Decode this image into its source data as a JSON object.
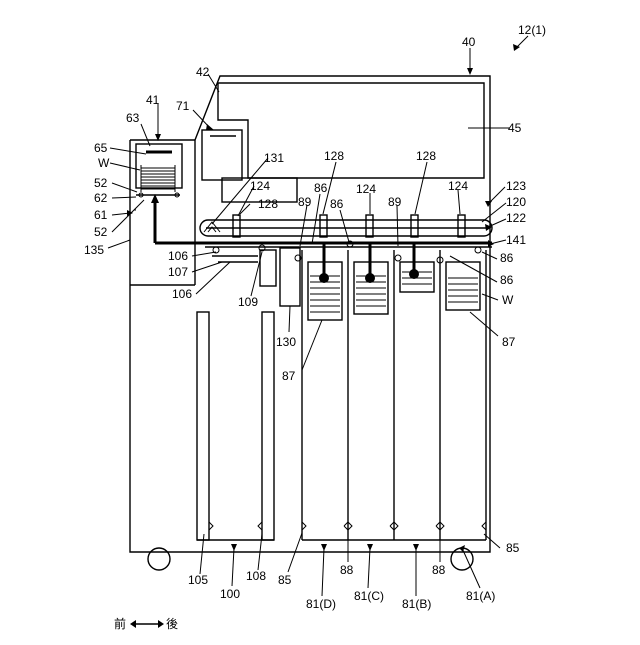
{
  "diagram": {
    "reference_numerals": {
      "top_right": "12(1)",
      "n40": "40",
      "n42": "42",
      "n41": "41",
      "n71": "71",
      "n45": "45",
      "n63": "63",
      "n65": "65",
      "nW_left": "W",
      "n52_a": "52",
      "n62": "62",
      "n61": "61",
      "n52_b": "52",
      "n135": "135",
      "n131": "131",
      "n128_a": "128",
      "n128_b": "128",
      "n128_c": "128",
      "n124_a": "124",
      "n124_b": "124",
      "n124_c": "124",
      "n86_a": "86",
      "n86_b": "86",
      "n86_c": "86",
      "n86_d": "86",
      "n89_a": "89",
      "n89_b": "89",
      "n123": "123",
      "n120": "120",
      "n122": "122",
      "n141": "141",
      "n106_a": "106",
      "n107": "107",
      "n106_b": "106",
      "n109": "109",
      "nW_right": "W",
      "n130": "130",
      "n87_a": "87",
      "n87_b": "87",
      "n85_a": "85",
      "n85_b": "85",
      "n105": "105",
      "n108": "108",
      "n100": "100",
      "n88_a": "88",
      "n88_b": "88",
      "n81D": "81(D)",
      "n81C": "81(C)",
      "n81B": "81(B)",
      "n81A": "81(A)"
    },
    "direction": {
      "front": "前",
      "back": "後"
    }
  }
}
